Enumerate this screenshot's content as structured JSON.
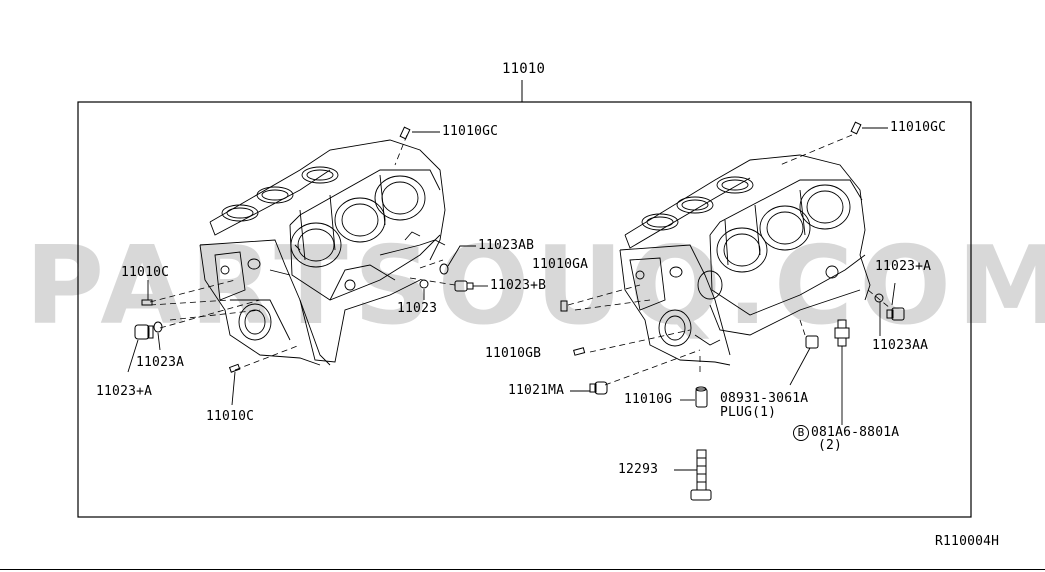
{
  "watermark": "PARTSOUQ.COM",
  "assembly": {
    "part_no": "11010"
  },
  "figure_code": "R110004H",
  "labels": {
    "l_gc_left": "11010GC",
    "l_ab": "11023AB",
    "l_b": "11023+B",
    "l_11023": "11023",
    "l_c_top": "11010C",
    "l_a_small": "11023A",
    "l_a_plus_left": "11023+A",
    "l_c_bottom": "11010C",
    "l_gc_right": "11010GC",
    "l_ga": "11010GA",
    "l_gb": "11010GB",
    "l_ma": "11021MA",
    "l_g": "11010G",
    "l_plug_no": "08931-3061A",
    "l_plug_txt": "PLUG(1)",
    "l_bolt_code": "B",
    "l_bolt_no": "081A6-8801A",
    "l_bolt_qty": "(2)",
    "l_12293": "12293",
    "l_a_plus_right": "11023+A",
    "l_aa": "11023AA"
  },
  "icons": [
    "cylinder-block-left-drawing",
    "cylinder-block-right-drawing",
    "dowel-pin-icon",
    "plug-bolt-icon",
    "bolt-icon",
    "washer-icon"
  ]
}
